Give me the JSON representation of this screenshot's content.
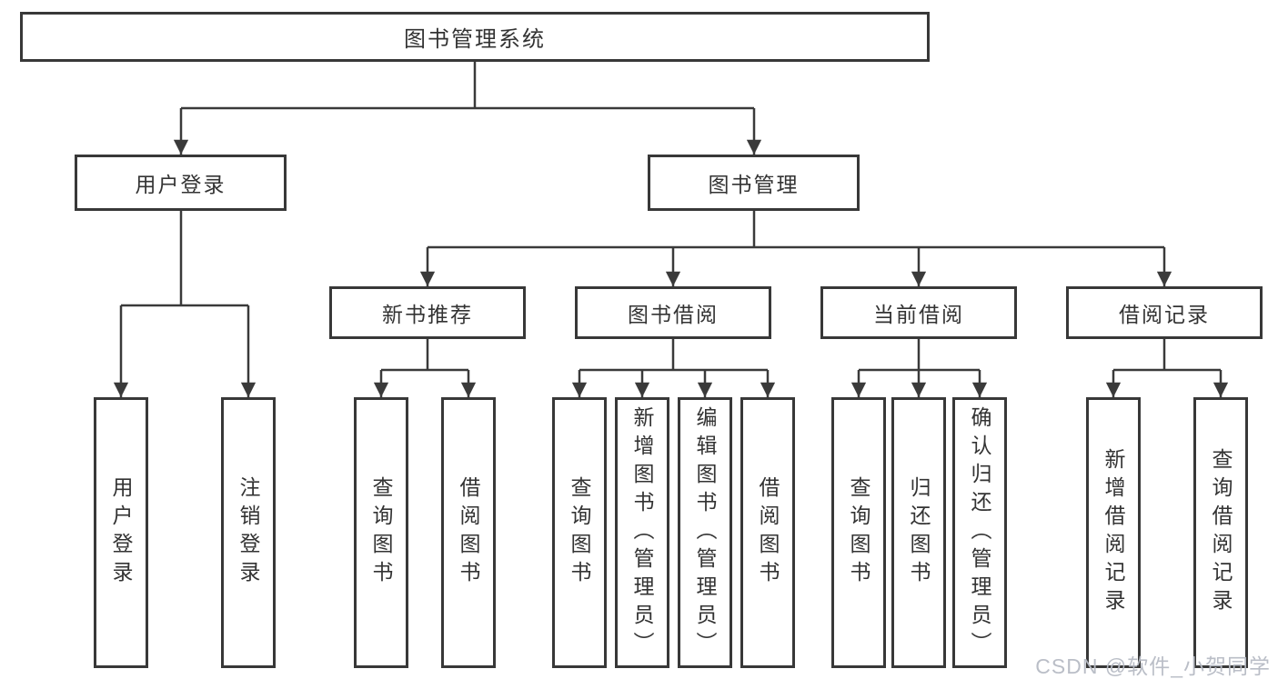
{
  "diagram": {
    "root": {
      "label": "图书管理系统"
    },
    "level1": [
      {
        "id": "user-login",
        "label": "用户登录"
      },
      {
        "id": "book-management",
        "label": "图书管理"
      }
    ],
    "level2": [
      {
        "id": "new-book-recommend",
        "label": "新书推荐"
      },
      {
        "id": "book-borrow",
        "label": "图书借阅"
      },
      {
        "id": "current-borrow",
        "label": "当前借阅"
      },
      {
        "id": "borrow-records",
        "label": "借阅记录"
      }
    ],
    "leaves": {
      "user_login": [
        {
          "label": "用户登录"
        },
        {
          "label": "注销登录"
        }
      ],
      "new_book_recommend": [
        {
          "label": "查询图书"
        },
        {
          "label": "借阅图书"
        }
      ],
      "book_borrow": [
        {
          "label": "查询图书"
        },
        {
          "label": "新增图书（管理员）"
        },
        {
          "label": "编辑图书（管理员）"
        },
        {
          "label": "借阅图书"
        }
      ],
      "current_borrow": [
        {
          "label": "查询图书"
        },
        {
          "label": "归还图书"
        },
        {
          "label": "确认归还（管理员）"
        }
      ],
      "borrow_records": [
        {
          "label": "新增借阅记录"
        },
        {
          "label": "查询借阅记录"
        }
      ]
    }
  },
  "watermark": {
    "text": "CSDN @软件_小贺同学"
  },
  "colors": {
    "line": "#3a3a3a",
    "box_border": "#383838",
    "text": "#333333",
    "background": "#ffffff",
    "watermark": "#b6bbc4"
  }
}
